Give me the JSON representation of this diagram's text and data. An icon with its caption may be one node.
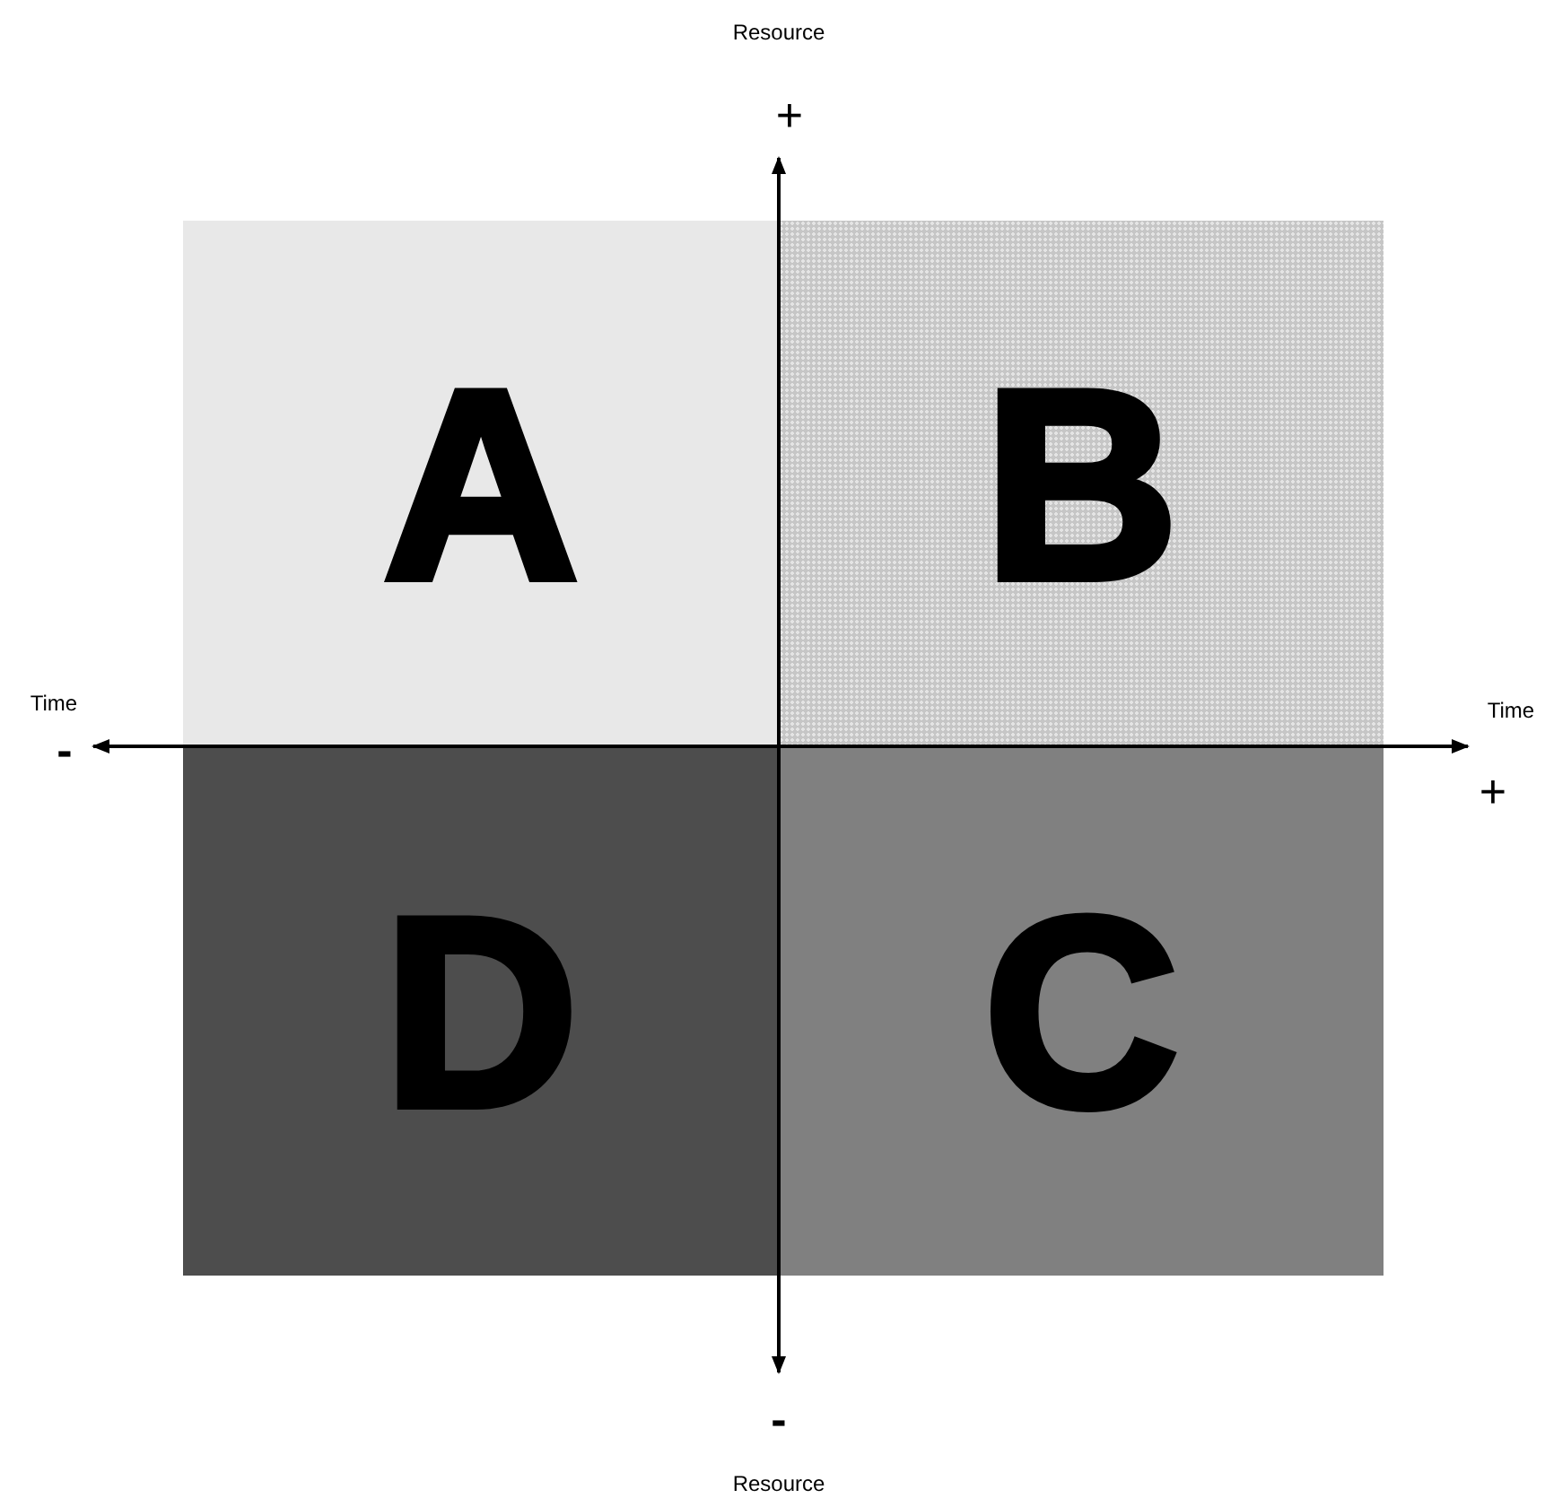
{
  "diagram": {
    "nodes": [
      {
        "text": [
          "A"
        ]
      },
      {
        "text": [
          "B"
        ]
      },
      {
        "text": [
          "D"
        ]
      },
      {
        "text": [
          "C"
        ]
      }
    ],
    "labels": [
      "Resource",
      "+",
      "Time",
      "Time",
      "-",
      "+",
      "-",
      "Resource"
    ]
  }
}
